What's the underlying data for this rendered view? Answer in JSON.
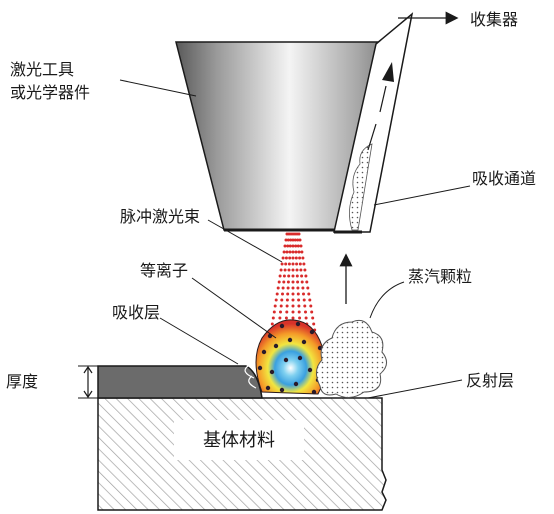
{
  "labels": {
    "laser_tool_line1": "激光工具",
    "laser_tool_line2": "或光学器件",
    "collector": "收集器",
    "absorption_channel": "吸收通道",
    "pulsed_laser_beam": "脉冲激光束",
    "plasma": "等离子",
    "vapor_particles": "蒸汽颗粒",
    "absorption_layer": "吸收层",
    "thickness": "厚度",
    "reflective_layer": "反射层",
    "substrate": "基体材料"
  },
  "colors": {
    "outline": "#1a1a1a",
    "hatch": "#9a9a9a",
    "laser_dots": "#d92b2b",
    "absorption_layer_fill": "#6b6b6b"
  }
}
